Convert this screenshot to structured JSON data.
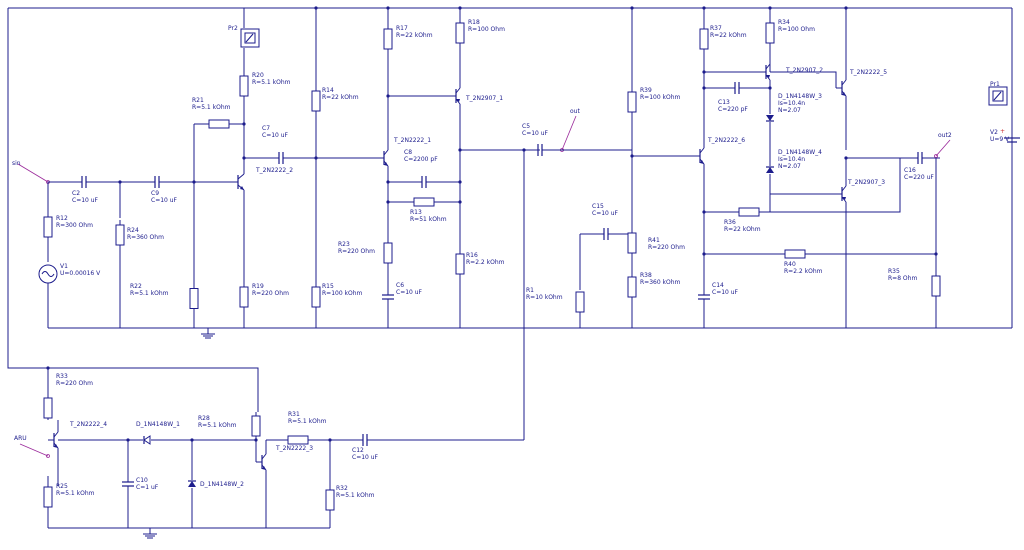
{
  "colors": {
    "wire": "#1c1c8c",
    "net_label": "#9b2a9b",
    "polarity": "#d22222"
  },
  "nets": [
    "sin",
    "out",
    "out2",
    "ARU"
  ],
  "components": [
    {
      "id": "Pr2",
      "name": "Pr2",
      "value": ""
    },
    {
      "id": "Pr1",
      "name": "Pr1",
      "value": ""
    },
    {
      "id": "V1",
      "name": "V1",
      "value": "U=0.00016 V"
    },
    {
      "id": "V2",
      "name": "V2",
      "value": "U=9 V"
    },
    {
      "id": "C2",
      "name": "C2",
      "value": "C=10 uF"
    },
    {
      "id": "C9",
      "name": "C9",
      "value": "C=10 uF"
    },
    {
      "id": "C7",
      "name": "C7",
      "value": "C=10 uF"
    },
    {
      "id": "C8",
      "name": "C8",
      "value": "C=2200 pF"
    },
    {
      "id": "C5",
      "name": "C5",
      "value": "C=10 uF"
    },
    {
      "id": "C6",
      "name": "C6",
      "value": "C=10 uF"
    },
    {
      "id": "C15",
      "name": "C15",
      "value": "C=10 uF"
    },
    {
      "id": "C13",
      "name": "C13",
      "value": "C=220 pF"
    },
    {
      "id": "C14",
      "name": "C14",
      "value": "C=10 uF"
    },
    {
      "id": "C16",
      "name": "C16",
      "value": "C=220 uF"
    },
    {
      "id": "C10",
      "name": "C10",
      "value": "C=1 uF"
    },
    {
      "id": "C12",
      "name": "C12",
      "value": "C=10 uF"
    },
    {
      "id": "R12",
      "name": "R12",
      "value": "R=300 Ohm"
    },
    {
      "id": "R24",
      "name": "R24",
      "value": "R=360 Ohm"
    },
    {
      "id": "R22",
      "name": "R22",
      "value": "R=5.1  kOhm"
    },
    {
      "id": "R21",
      "name": "R21",
      "value": "R=5.1  kOhm"
    },
    {
      "id": "R20",
      "name": "R20",
      "value": "R=5.1  kOhm"
    },
    {
      "id": "R19",
      "name": "R19",
      "value": "R=220 Ohm"
    },
    {
      "id": "R14",
      "name": "R14",
      "value": "R=22 kOhm"
    },
    {
      "id": "R15",
      "name": "R15",
      "value": "R=100 kOhm"
    },
    {
      "id": "R17",
      "name": "R17",
      "value": "R=22 kOhm"
    },
    {
      "id": "R18",
      "name": "R18",
      "value": "R=100 Ohm"
    },
    {
      "id": "R23",
      "name": "R23",
      "value": "R=220 Ohm"
    },
    {
      "id": "R13",
      "name": "R13",
      "value": "R=51 kOhm"
    },
    {
      "id": "R16",
      "name": "R16",
      "value": "R=2.2  kOhm"
    },
    {
      "id": "R1",
      "name": "R1",
      "value": "R=10 kOhm"
    },
    {
      "id": "R39",
      "name": "R39",
      "value": "R=100 kOhm"
    },
    {
      "id": "R41",
      "name": "R41",
      "value": "R=220 Ohm"
    },
    {
      "id": "R38",
      "name": "R38",
      "value": "R=360 kOhm"
    },
    {
      "id": "R37",
      "name": "R37",
      "value": "R=22 kOhm"
    },
    {
      "id": "R34",
      "name": "R34",
      "value": "R=100 Ohm"
    },
    {
      "id": "R36",
      "name": "R36",
      "value": "R=22 kOhm"
    },
    {
      "id": "R40",
      "name": "R40",
      "value": "R=2.2  kOhm"
    },
    {
      "id": "R35",
      "name": "R35",
      "value": "R=8 Ohm"
    },
    {
      "id": "R33",
      "name": "R33",
      "value": "R=220 Ohm"
    },
    {
      "id": "R25",
      "name": "R25",
      "value": "R=5.1 kOhm"
    },
    {
      "id": "R28",
      "name": "R28",
      "value": "R=5.1 kOhm"
    },
    {
      "id": "R31",
      "name": "R31",
      "value": "R=5.1 kOhm"
    },
    {
      "id": "R32",
      "name": "R32",
      "value": "R=5.1 kOhm"
    },
    {
      "id": "T2",
      "name": "T_2N2222_2",
      "value": ""
    },
    {
      "id": "T1",
      "name": "T_2N2222_1",
      "value": ""
    },
    {
      "id": "T2907_1",
      "name": "T_2N2907_1",
      "value": ""
    },
    {
      "id": "T6",
      "name": "T_2N2222_6",
      "value": ""
    },
    {
      "id": "T2907_2",
      "name": "T_2N2907_2",
      "value": ""
    },
    {
      "id": "T5",
      "name": "T_2N2222_5",
      "value": ""
    },
    {
      "id": "T2907_3",
      "name": "T_2N2907_3",
      "value": ""
    },
    {
      "id": "T4",
      "name": "T_2N2222_4",
      "value": ""
    },
    {
      "id": "T3",
      "name": "T_2N2222_3",
      "value": ""
    },
    {
      "id": "D3",
      "name": "D_1N4148W_3",
      "value": "Is=10.4n",
      "value2": "N=2.07"
    },
    {
      "id": "D4",
      "name": "D_1N4148W_4",
      "value": "Is=10.4n",
      "value2": "N=2.07"
    },
    {
      "id": "D1",
      "name": "D_1N4148W_1",
      "value": ""
    },
    {
      "id": "D2",
      "name": "D_1N4148W_2",
      "value": ""
    }
  ]
}
